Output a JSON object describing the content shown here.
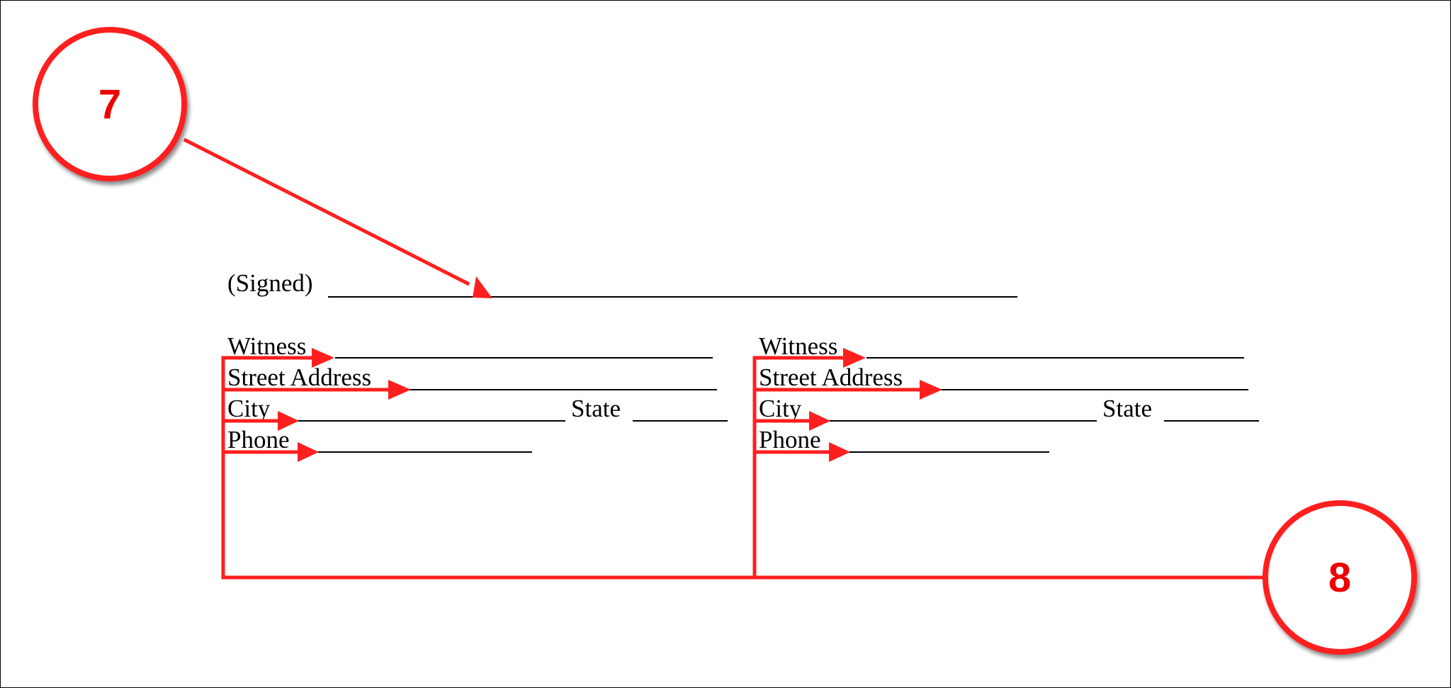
{
  "callouts": {
    "first": "7",
    "second": "8"
  },
  "signature": {
    "label": "(Signed)"
  },
  "witness_blocks": [
    {
      "witness_label": "Witness",
      "street_label": "Street Address",
      "city_label": "City",
      "state_label": "State",
      "phone_label": "Phone"
    },
    {
      "witness_label": "Witness",
      "street_label": "Street Address",
      "city_label": "City",
      "state_label": "State",
      "phone_label": "Phone"
    }
  ],
  "colors": {
    "annotation": "#ff1f1f",
    "callout_number": "#ee0000",
    "text": "#000000",
    "background": "#ffffff"
  },
  "icons": {
    "callout_shape": "circle-icon",
    "pointer": "arrow-icon"
  }
}
